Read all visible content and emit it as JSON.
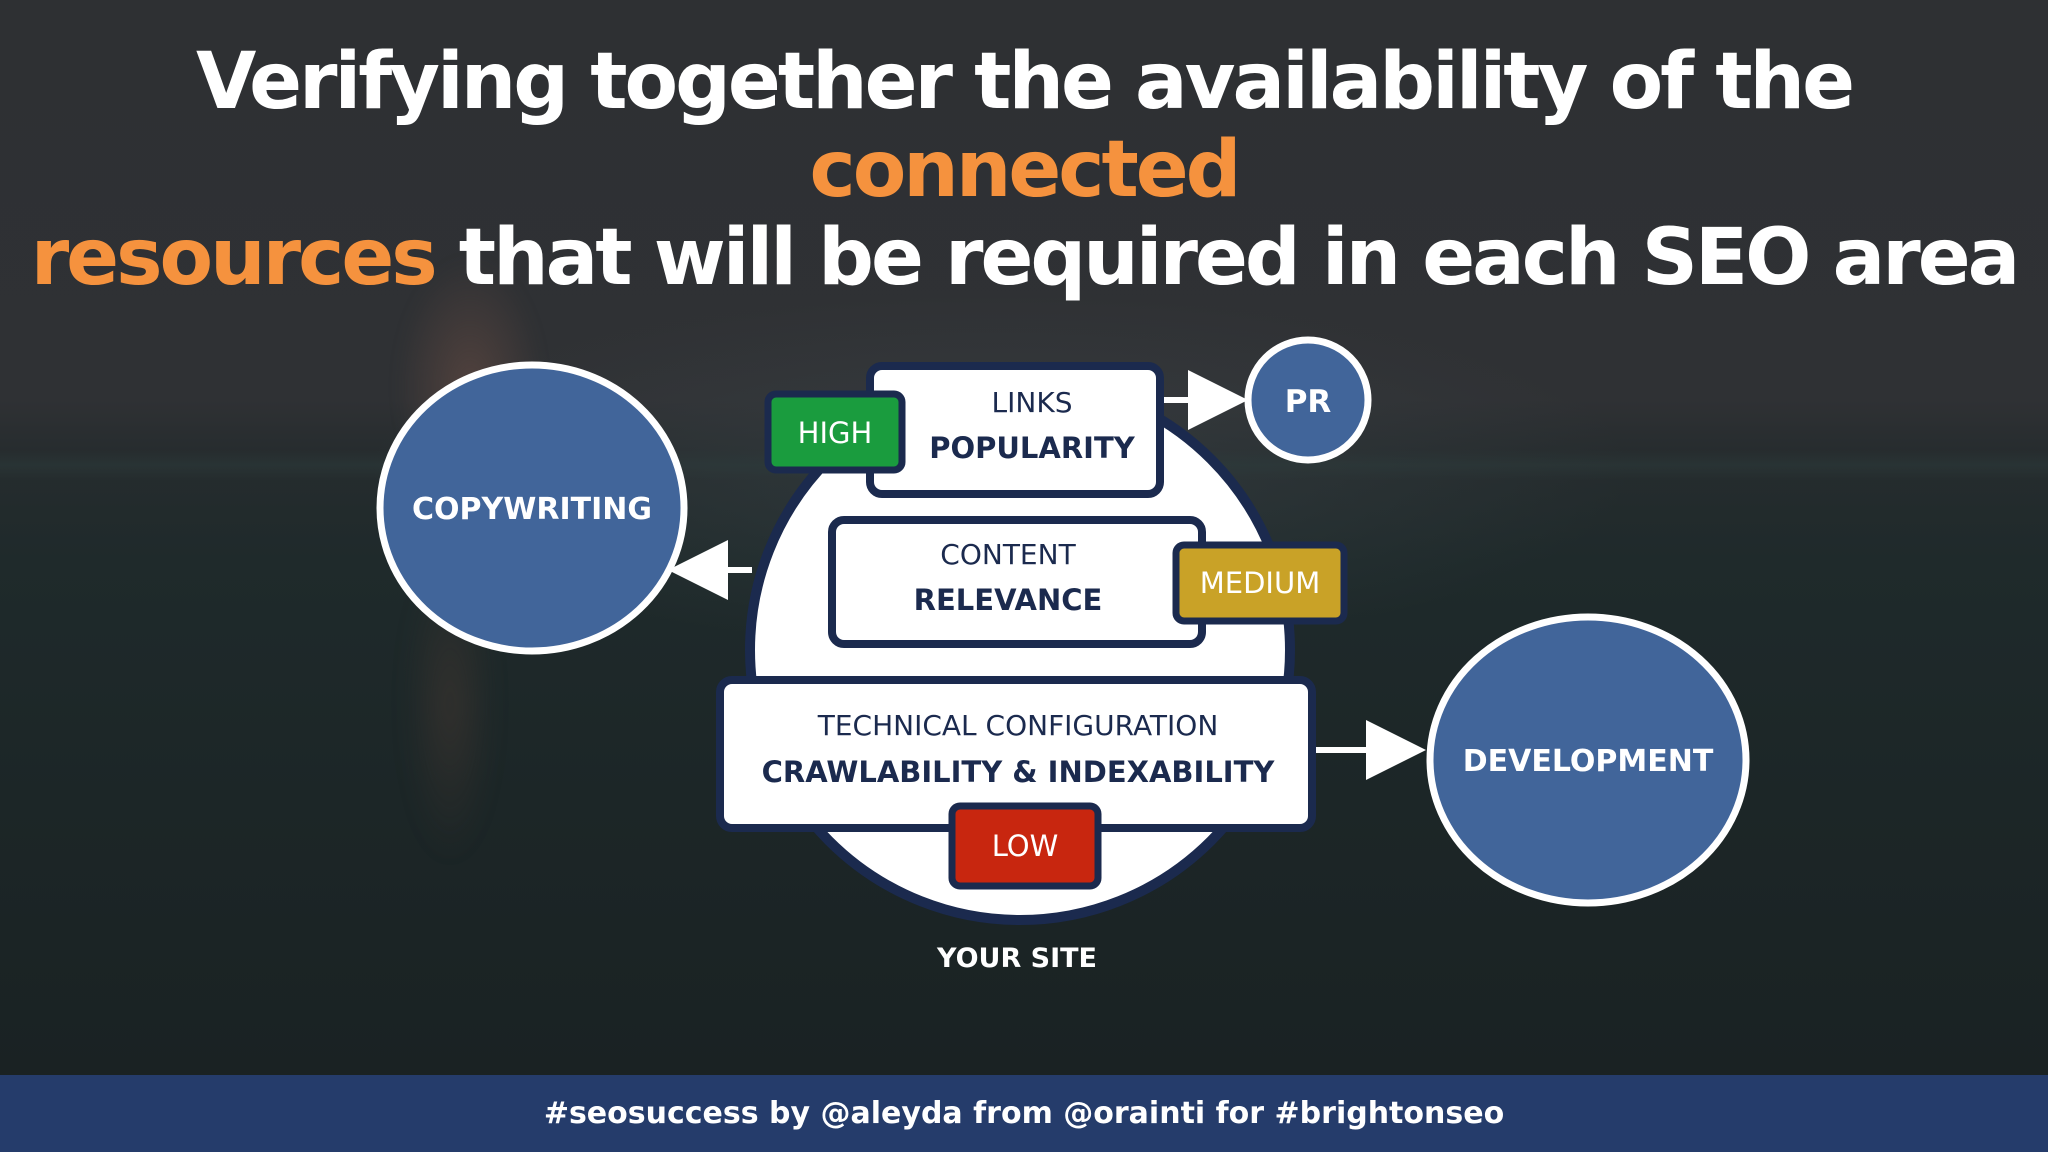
{
  "slide": {
    "title_part1": "Verifying together the availability of the ",
    "title_accent1": "connected",
    "title_accent2": "resources",
    "title_part2": " that will be required in each SEO area",
    "accent_color": "#f5923e"
  },
  "diagram": {
    "site_label": "YOUR SITE",
    "layers": {
      "links": {
        "title": "LINKS",
        "subtitle": "POPULARITY",
        "level": "HIGH",
        "level_color": "#1a9c3e"
      },
      "content": {
        "title": "CONTENT",
        "subtitle": "RELEVANCE",
        "level": "MEDIUM",
        "level_color": "#c9a227"
      },
      "technical": {
        "title": "TECHNICAL CONFIGURATION",
        "subtitle": "CRAWLABILITY & INDEXABILITY",
        "level": "LOW",
        "level_color": "#c8260f"
      }
    },
    "resources": {
      "pr": "PR",
      "copywriting": "COPYWRITING",
      "development": "DEVELOPMENT"
    },
    "colors": {
      "navy": "#1b2a4e",
      "resource_fill": "#41659a"
    }
  },
  "footer": {
    "text": "#seosuccess by @aleyda from @orainti for #brightonseo"
  }
}
